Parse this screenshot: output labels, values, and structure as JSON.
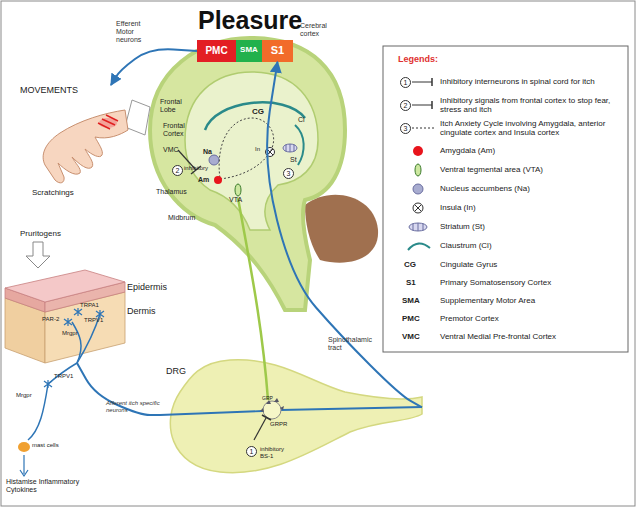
{
  "diagram": {
    "title": "Pleasure",
    "nodes": [
      {
        "text": [
          "PMC"
        ]
      },
      {
        "text": [
          "SMA"
        ]
      },
      {
        "text": [
          "S1"
        ]
      },
      {
        "text": [
          "MOVEMENTS",
          "Scratchings"
        ]
      },
      {
        "text": [
          "Epidermis",
          "Dermis"
        ]
      },
      {
        "text": [
          "DRG"
        ]
      }
    ],
    "edges": [
      {
        "from": 5,
        "to": 2,
        "arrow": "to",
        "label": "Spinothalamic tract"
      },
      {
        "from": 4,
        "to": 5,
        "arrow": "none",
        "label": "Afferent itch specific neurons"
      },
      {
        "from": 0,
        "to": 3,
        "arrow": "to",
        "label": "Efferent Motor neurons"
      }
    ],
    "labels": [
      "Cerebral cortex",
      "CG",
      "Cl",
      "Frontal Lobe",
      "Frontal Cortex",
      "VMC",
      "Na",
      "St",
      "In",
      "3",
      "2",
      "inhibitory",
      "Am",
      "VTA",
      "Thalamus",
      "Midbrum",
      "Pruritogens",
      "TRPA1",
      "PAR-2",
      "TRPV1",
      "Mrgpr",
      "TRPV1",
      "Mrgpr",
      "mast cells",
      "Histamise Inflammatory Cytokines",
      "GRP",
      "GRPR",
      "1",
      "inhibitory BS-1",
      "Legends:",
      "1",
      "2",
      "3",
      "CG",
      "S1",
      "SMA",
      "PMC",
      "VMC"
    ],
    "legend": [
      {
        "text": "Inhibitory interneurons in spinal cord for itch"
      },
      {
        "text": "Inhibitory signals from frontal cortex to stop fear, stress and itch"
      },
      {
        "text": "Itch Anxiety Cycle involving Amygdala, anterior cingulate cortex and Insula cortex"
      },
      {
        "text": "Amygdala (Am)",
        "color": "#e8141c"
      },
      {
        "text": "Ventral tegmental area (VTA)"
      },
      {
        "text": "Nucleus accumbens (Na)"
      },
      {
        "text": "Insula (In)"
      },
      {
        "text": "Striatum (St)"
      },
      {
        "text": "Claustrum (Cl)"
      },
      {
        "text": "Cingulate Gyrus"
      },
      {
        "text": "Primary Somatosensory Cortex"
      },
      {
        "text": "Supplementary Motor Area"
      },
      {
        "text": "Premotor Cortex"
      },
      {
        "text": "Ventral Medial Pre-frontal Cortex"
      }
    ]
  }
}
